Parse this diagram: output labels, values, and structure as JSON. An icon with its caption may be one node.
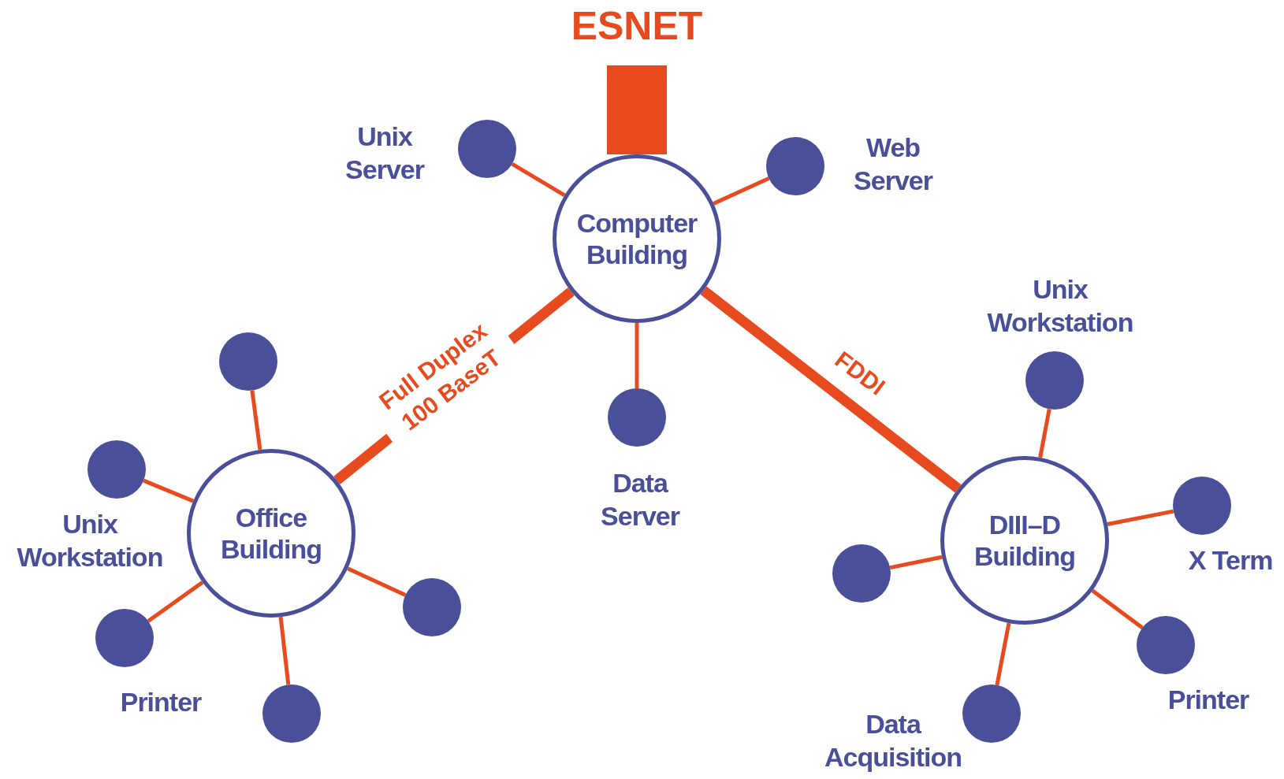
{
  "diagram": {
    "nodes": [
      {
        "text": [
          "Computer Building"
        ]
      },
      {
        "text": [
          "ESNET"
        ]
      },
      {
        "text": [],
        "shape": "circle",
        "beside": [
          "Unix Server"
        ]
      },
      {
        "text": [],
        "shape": "circle",
        "beside": [
          "Web Server"
        ]
      },
      {
        "text": [],
        "shape": "circle",
        "beside": [
          "Data Server"
        ]
      },
      {
        "text": [
          "Office Building"
        ]
      },
      {
        "text": [],
        "shape": "circle"
      },
      {
        "text": [],
        "shape": "circle",
        "beside": [
          "Unix Workstation"
        ]
      },
      {
        "text": [],
        "shape": "circle",
        "beside": [
          "Printer"
        ]
      },
      {
        "text": [],
        "shape": "circle"
      },
      {
        "text": [],
        "shape": "circle"
      },
      {
        "text": [
          "DIII–D Building"
        ]
      },
      {
        "text": [],
        "shape": "circle",
        "beside": [
          "Unix Workstation"
        ]
      },
      {
        "text": [],
        "shape": "circle",
        "beside": [
          "X Term"
        ]
      },
      {
        "text": [],
        "shape": "circle",
        "beside": [
          "Printer"
        ]
      },
      {
        "text": [],
        "shape": "circle",
        "beside": [
          "Data Acquisition"
        ]
      },
      {
        "text": [],
        "shape": "circle"
      }
    ],
    "edges": [
      {
        "from": 1,
        "to": 0,
        "arrow": "none",
        "style": "thick"
      },
      {
        "from": 0,
        "to": 2,
        "arrow": "none"
      },
      {
        "from": 0,
        "to": 3,
        "arrow": "none"
      },
      {
        "from": 0,
        "to": 4,
        "arrow": "none"
      },
      {
        "from": 0,
        "to": 5,
        "arrow": "none",
        "style": "thick",
        "label": "Full Duplex 100 BaseT"
      },
      {
        "from": 0,
        "to": 11,
        "arrow": "none",
        "style": "thick",
        "label": "FDDI"
      },
      {
        "from": 5,
        "to": 6,
        "arrow": "none"
      },
      {
        "from": 5,
        "to": 7,
        "arrow": "none"
      },
      {
        "from": 5,
        "to": 8,
        "arrow": "none"
      },
      {
        "from": 5,
        "to": 9,
        "arrow": "none"
      },
      {
        "from": 5,
        "to": 10,
        "arrow": "none"
      },
      {
        "from": 11,
        "to": 12,
        "arrow": "none"
      },
      {
        "from": 11,
        "to": 13,
        "arrow": "none"
      },
      {
        "from": 11,
        "to": 14,
        "arrow": "none"
      },
      {
        "from": 11,
        "to": 15,
        "arrow": "none"
      },
      {
        "from": 11,
        "to": 16,
        "arrow": "none"
      }
    ]
  }
}
